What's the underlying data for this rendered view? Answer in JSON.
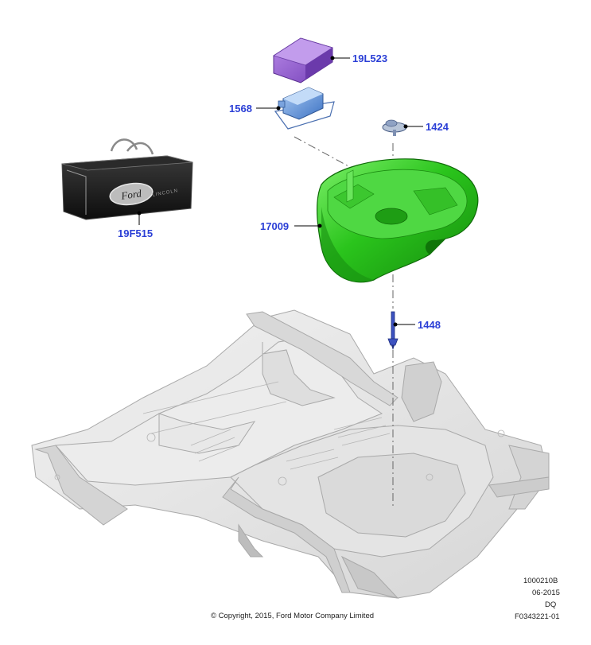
{
  "callouts": {
    "case_lid": "19L523",
    "compressor": "1568",
    "knob": "1424",
    "bag": "19F515",
    "tray": "17009",
    "bolt": "1448"
  },
  "bag_branding": {
    "logo_text": "Ford",
    "brand_text": "LINCOLN"
  },
  "footer": {
    "copyright": "© Copyright, 2015, Ford Motor Company Limited",
    "ref_code": "1000210B",
    "ref_date": "06-2015",
    "ref_dq": "DQ",
    "figure_id": "F0343221-01"
  },
  "colors": {
    "callout_blue": "#2b3fd6",
    "tray_green": "#27c21b",
    "lid_purple": "#8e5ad0",
    "compressor_blue": "#5a8fd8",
    "floor_gray": "#e2e2e2"
  }
}
